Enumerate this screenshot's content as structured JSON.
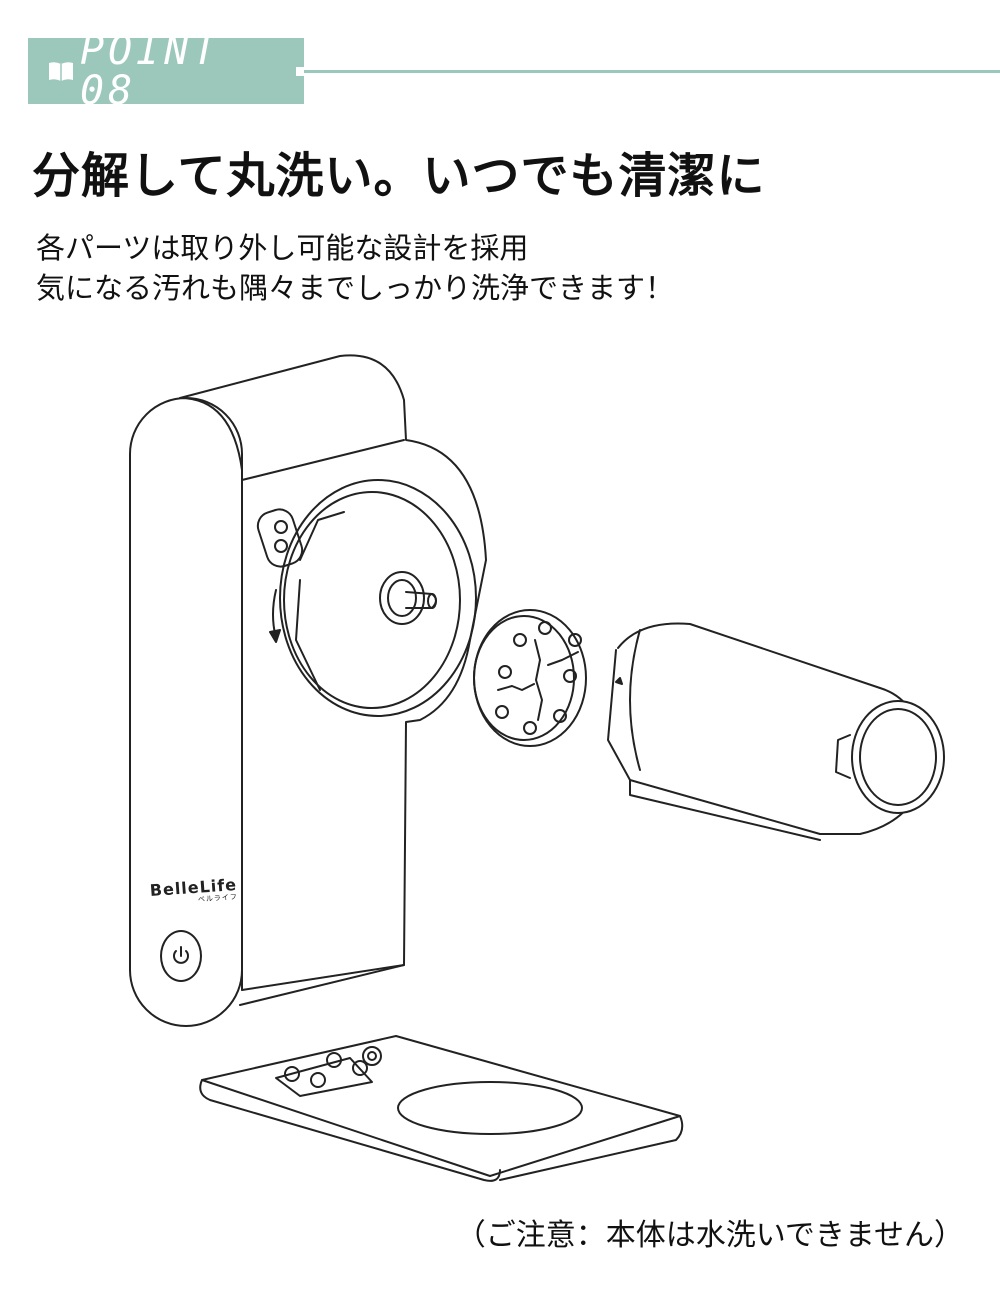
{
  "badge": {
    "label": "POINT 08",
    "icon": "book-icon",
    "color": "#9cc8bc"
  },
  "headline": "分解して丸洗い。いつでも清潔に",
  "description": {
    "line1": "各パーツは取り外し可能な設計を採用",
    "line2": "気になる汚れも隅々までしっかり洗浄できます！"
  },
  "product": {
    "brand": "BelleLife",
    "brand_sub": "ベルライフ",
    "power_icon": "power-icon"
  },
  "note": "（ご注意：本体は水洗いできません）"
}
